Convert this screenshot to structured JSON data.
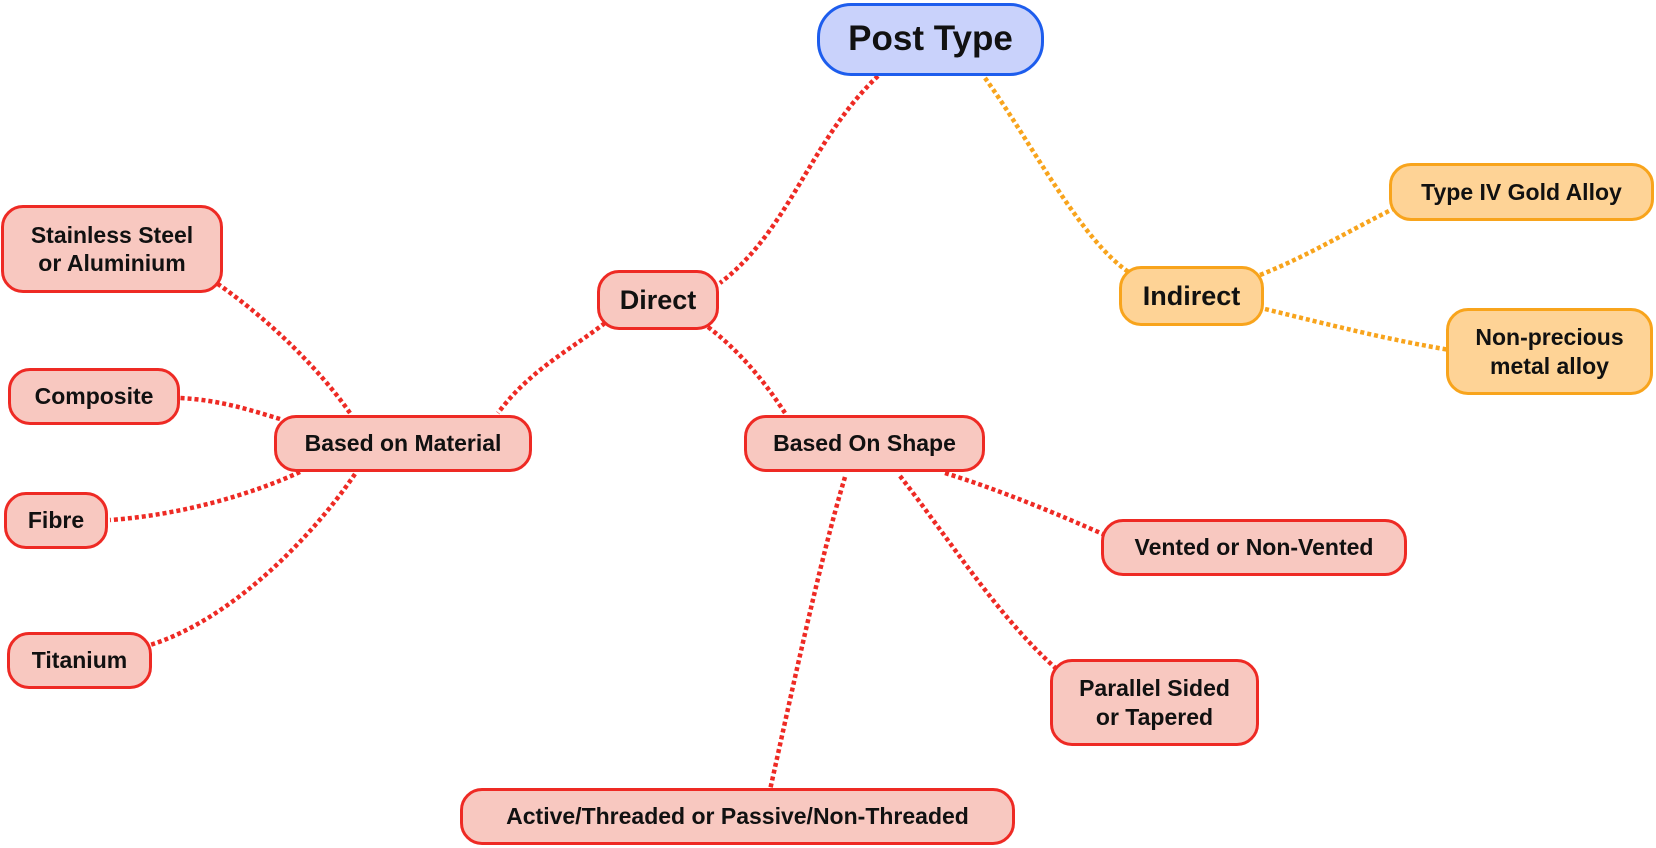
{
  "diagram": {
    "colors": {
      "root_fill": "#c9d2fb",
      "root_border": "#1d5ded",
      "direct_fill": "#f8c8c0",
      "direct_border": "#ee2a24",
      "indirect_fill": "#fed396",
      "indirect_border": "#f8a41c"
    },
    "nodes": {
      "root": "Post Type",
      "direct": "Direct",
      "indirect": "Indirect",
      "based_on_material": "Based on Material",
      "based_on_shape": "Based On Shape",
      "stainless_steel": "Stainless Steel\nor Aluminium",
      "composite": "Composite",
      "fibre": "Fibre",
      "titanium": "Titanium",
      "vented": "Vented or Non-Vented",
      "parallel_sided": "Parallel Sided\nor Tapered",
      "active_threaded": "Active/Threaded or Passive/Non-Threaded",
      "type_iv_gold": "Type IV Gold Alloy",
      "non_precious": "Non-precious\nmetal alloy"
    },
    "edges": [
      [
        "root",
        "direct"
      ],
      [
        "root",
        "indirect"
      ],
      [
        "direct",
        "based_on_material"
      ],
      [
        "direct",
        "based_on_shape"
      ],
      [
        "based_on_material",
        "stainless_steel"
      ],
      [
        "based_on_material",
        "composite"
      ],
      [
        "based_on_material",
        "fibre"
      ],
      [
        "based_on_material",
        "titanium"
      ],
      [
        "based_on_shape",
        "vented"
      ],
      [
        "based_on_shape",
        "parallel_sided"
      ],
      [
        "based_on_shape",
        "active_threaded"
      ],
      [
        "indirect",
        "type_iv_gold"
      ],
      [
        "indirect",
        "non_precious"
      ]
    ]
  }
}
